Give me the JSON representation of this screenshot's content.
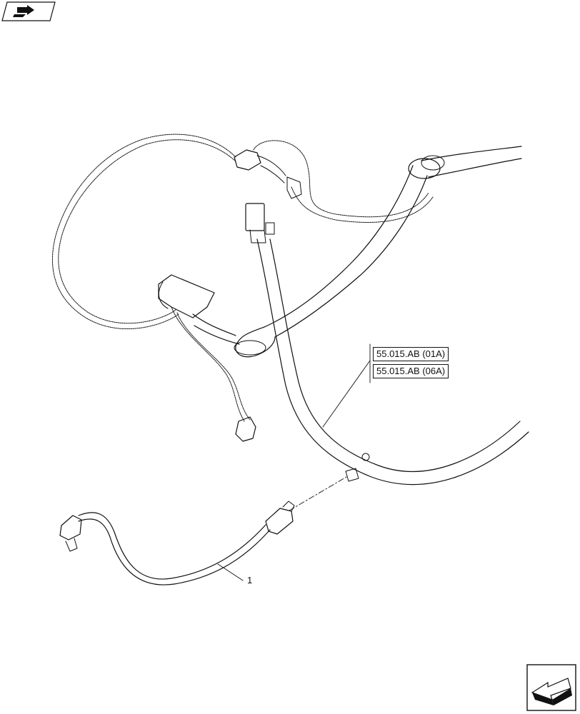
{
  "references": [
    {
      "label": "55.015.AB (01A)"
    },
    {
      "label": "55.015.AB (06A)"
    }
  ],
  "callouts": [
    {
      "number": "1"
    }
  ],
  "icons": {
    "top_left": "book-arrow-icon",
    "bottom_right": "next-page-arrow-icon"
  },
  "colors": {
    "line": "#111111",
    "background": "#ffffff"
  }
}
